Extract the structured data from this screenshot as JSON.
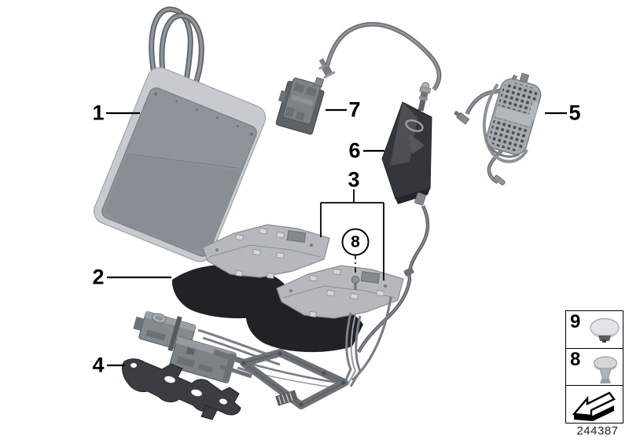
{
  "diagram": {
    "background_color": "#ffffff",
    "line_color": "#000000",
    "callouts": {
      "c1": {
        "label": "1"
      },
      "c2": {
        "label": "2"
      },
      "c3": {
        "label": "3"
      },
      "c4": {
        "label": "4"
      },
      "c5": {
        "label": "5"
      },
      "c6": {
        "label": "6"
      },
      "c7": {
        "label": "7"
      },
      "c8": {
        "label": "8"
      }
    },
    "legend": {
      "rows": [
        {
          "label": "9",
          "icon": "dome-cap-fastener-icon"
        },
        {
          "label": "8",
          "icon": "expanding-rivet-icon"
        }
      ],
      "direction_icon": "front-direction-arrow-icon"
    },
    "footer": {
      "part_number": "244387"
    },
    "colors": {
      "metal_light": "#c7cbcf",
      "metal_mid": "#8e9499",
      "metal_dark": "#3a3d41",
      "pad_black": "#1e2023",
      "hose_gray": "#82878c"
    }
  }
}
